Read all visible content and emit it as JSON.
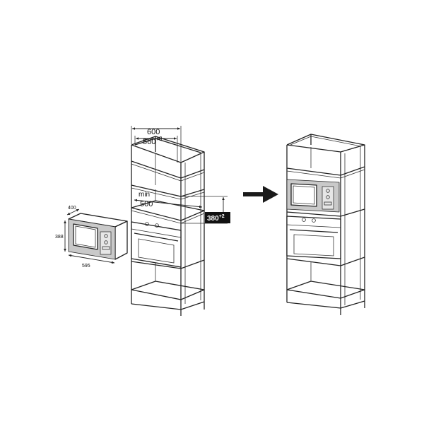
{
  "dimensions": {
    "cabinet_width": "600",
    "niche_width_base": "560",
    "niche_width_tol": "+8",
    "min_label": "min",
    "min_depth": "500",
    "niche_height_base": "380",
    "niche_height_tol": "+2",
    "appliance_depth": "400",
    "appliance_height": "388",
    "appliance_width": "595"
  },
  "colors": {
    "line": "#222222",
    "appliance_body": "#c9c9c9",
    "badge": "#111111"
  },
  "icons": {
    "arrow": "right-arrow-icon"
  }
}
